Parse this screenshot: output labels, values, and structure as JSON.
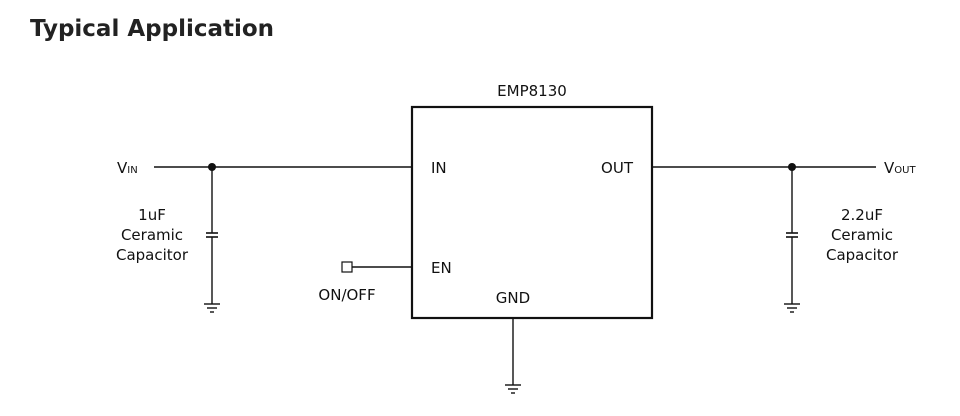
{
  "heading": "Typical Application",
  "chip": {
    "name": "EMP8130",
    "pins": {
      "in": "IN",
      "out": "OUT",
      "en": "EN",
      "gnd": "GND"
    }
  },
  "input": {
    "symbol": "V",
    "subscript": "IN"
  },
  "output": {
    "symbol": "V",
    "subscript": "OUT"
  },
  "input_cap": {
    "value": "1uF",
    "line2": "Ceramic",
    "line3": "Capacitor"
  },
  "output_cap": {
    "value": "2.2uF",
    "line2": "Ceramic",
    "line3": "Capacitor"
  },
  "enable": {
    "label": "ON/OFF"
  }
}
